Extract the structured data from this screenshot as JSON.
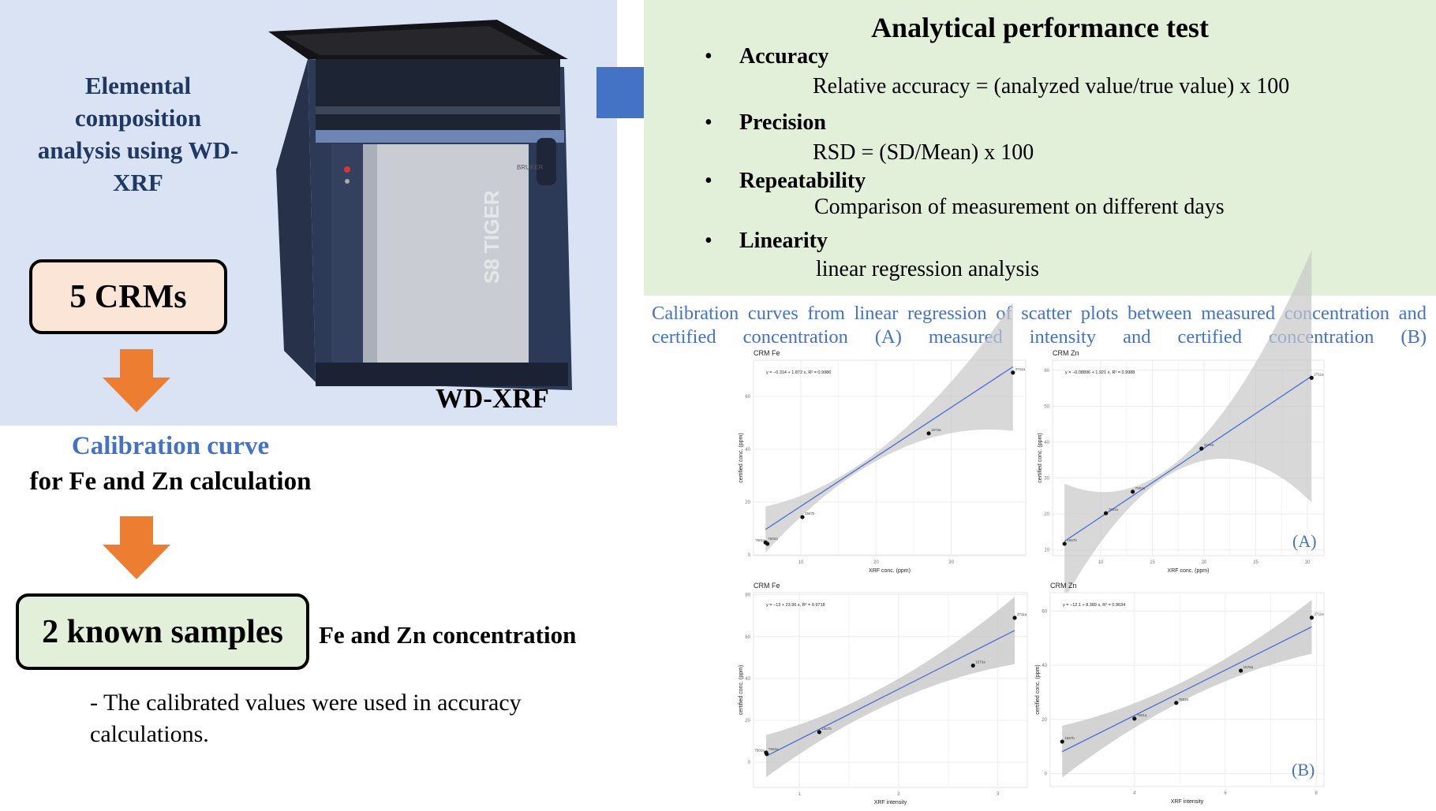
{
  "left": {
    "title": "Elemental composition analysis using WD-XRF",
    "crm_box": "5 CRMs",
    "calibration_line1": "Calibration curve",
    "calibration_line2": "for Fe and Zn calculation",
    "known_box": "2 known samples",
    "concentration_label": "Fe and Zn concentration",
    "note": "- The calibrated values were used in accuracy calculations.",
    "instrument_label": "WD-XRF",
    "instrument_model": "S8 TIGER",
    "instrument_brand": "BRUKER"
  },
  "performance": {
    "title": "Analytical performance test",
    "items": [
      {
        "label": "Accuracy",
        "detail": "Relative accuracy = (analyzed value/true value) x 100"
      },
      {
        "label": "Precision",
        "detail": "RSD = (SD/Mean) x 100"
      },
      {
        "label": "Repeatability",
        "detail": "Comparison of measurement on different days"
      },
      {
        "label": "Linearity",
        "detail": "linear regression analysis"
      }
    ],
    "bullet": "•"
  },
  "caption": "Calibration curves from linear regression of scatter plots between measured concentration and certified concentration (A) measured intensity and certified concentration (B)",
  "panel_tags": {
    "A": "(A)",
    "B": "(B)"
  },
  "colors": {
    "left_bg": "#dae3f3",
    "green_bg": "#e2f0d9",
    "accent_blue": "#4472c4",
    "arrow_orange": "#ed7d31",
    "navy": "#1f3864"
  },
  "chart_data": [
    {
      "type": "scatter",
      "title": "CRM Fe",
      "xlabel": "XRF conc. (ppm)",
      "ylabel": "certified conc. (ppm)",
      "equation": "y = −0.314 + 1.872 x, R² = 0.9986",
      "xlim": [
        3.7,
        39.9
      ],
      "ylim": [
        -0.3,
        73.7
      ],
      "xticks": [
        10,
        20,
        30
      ],
      "yticks": [
        0,
        20,
        40,
        60
      ],
      "fit": {
        "intercept": -0.314,
        "slope": 1.872,
        "ci_min": 1.2,
        "ci_curv": 0.0015
      },
      "points": [
        {
          "label": "7502a",
          "x": 5.3,
          "y": 4.7
        },
        {
          "label": "7501a",
          "x": 5.55,
          "y": 4.2
        },
        {
          "label": "1567b",
          "x": 10.2,
          "y": 14.3
        },
        {
          "label": "1573a",
          "x": 27.0,
          "y": 46.0
        },
        {
          "label": "2711a",
          "x": 38.2,
          "y": 69.0
        }
      ]
    },
    {
      "type": "scatter",
      "title": "CRM Zn",
      "xlabel": "XRF conc. (ppm)",
      "ylabel": "certified conc. (ppm)",
      "equation": "y = −0.08896 + 1.921 x, R² = 0.9988",
      "xlim": [
        5.34,
        31.6
      ],
      "ylim": [
        8.4,
        62.8
      ],
      "xticks": [
        10,
        15,
        20,
        25,
        30
      ],
      "yticks": [
        10,
        20,
        30,
        40,
        50,
        60
      ],
      "fit": {
        "intercept": -0.08896,
        "slope": 1.921,
        "ci_min": 0.9,
        "ci_curv": 0.0045
      },
      "points": [
        {
          "label": "1567b",
          "x": 6.5,
          "y": 11.7
        },
        {
          "label": "7501a",
          "x": 10.5,
          "y": 20.2
        },
        {
          "label": "7502a",
          "x": 13.1,
          "y": 26.2
        },
        {
          "label": "1575a",
          "x": 19.75,
          "y": 38.2
        },
        {
          "label": "2711a",
          "x": 30.4,
          "y": 57.9
        }
      ]
    },
    {
      "type": "scatter",
      "title": "CRM Fe",
      "xlabel": "XRF intensity",
      "ylabel": "certified conc. (ppm)",
      "equation": "y = −13 + 23.96 x, R² = 0.9718",
      "xlim": [
        0.537,
        3.297
      ],
      "ylim": [
        -12,
        81
      ],
      "xticks": [
        1,
        2,
        3
      ],
      "yticks": [
        0,
        20,
        40,
        60,
        80
      ],
      "fit": {
        "intercept": -13,
        "slope": 23.96,
        "ci_min": 4.5,
        "ci_curv": 5.3
      },
      "points": [
        {
          "label": "7502a",
          "x": 0.664,
          "y": 4.6
        },
        {
          "label": "7501a",
          "x": 0.67,
          "y": 4.0
        },
        {
          "label": "1567b",
          "x": 1.2,
          "y": 14.4
        },
        {
          "label": "1573a",
          "x": 2.75,
          "y": 46.2
        },
        {
          "label": "2711a",
          "x": 3.17,
          "y": 69.0
        }
      ]
    },
    {
      "type": "scatter",
      "title": "CRM Zn",
      "xlabel": "XRF intensity",
      "ylabel": "certified conc. (ppm)",
      "equation": "y = −12.1 + 8.389 x, R² = 0.9634",
      "xlim": [
        2.145,
        8.17
      ],
      "ylim": [
        -4.8,
        66.8
      ],
      "xticks": [
        4,
        6,
        8
      ],
      "yticks": [
        0,
        20,
        40,
        60
      ],
      "fit": {
        "intercept": -12.1,
        "slope": 8.389,
        "ci_min": 3.5,
        "ci_curv": 0.83
      },
      "points": [
        {
          "label": "1567b",
          "x": 2.41,
          "y": 11.8
        },
        {
          "label": "7501a",
          "x": 4.0,
          "y": 20.3
        },
        {
          "label": "7502a",
          "x": 4.92,
          "y": 26.1
        },
        {
          "label": "1575a",
          "x": 6.34,
          "y": 38.0
        },
        {
          "label": "2711a",
          "x": 7.9,
          "y": 57.6
        }
      ]
    }
  ]
}
